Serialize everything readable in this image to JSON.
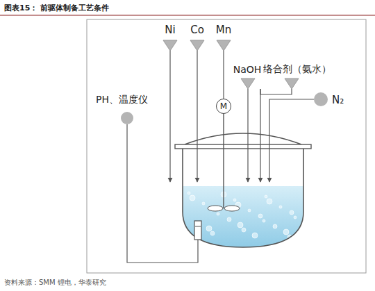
{
  "diagram": {
    "title": "图表15： 前驱体制备工艺条件",
    "caption": "资料来源：SMM 锂电，华泰研究",
    "nodes": [
      {
        "text": [
          "M"
        ]
      }
    ],
    "labels": [
      "Ni",
      "Co",
      "Mn",
      "NaOH",
      "络合剂（氨水）",
      "N₂",
      "PH、温度仪"
    ]
  }
}
